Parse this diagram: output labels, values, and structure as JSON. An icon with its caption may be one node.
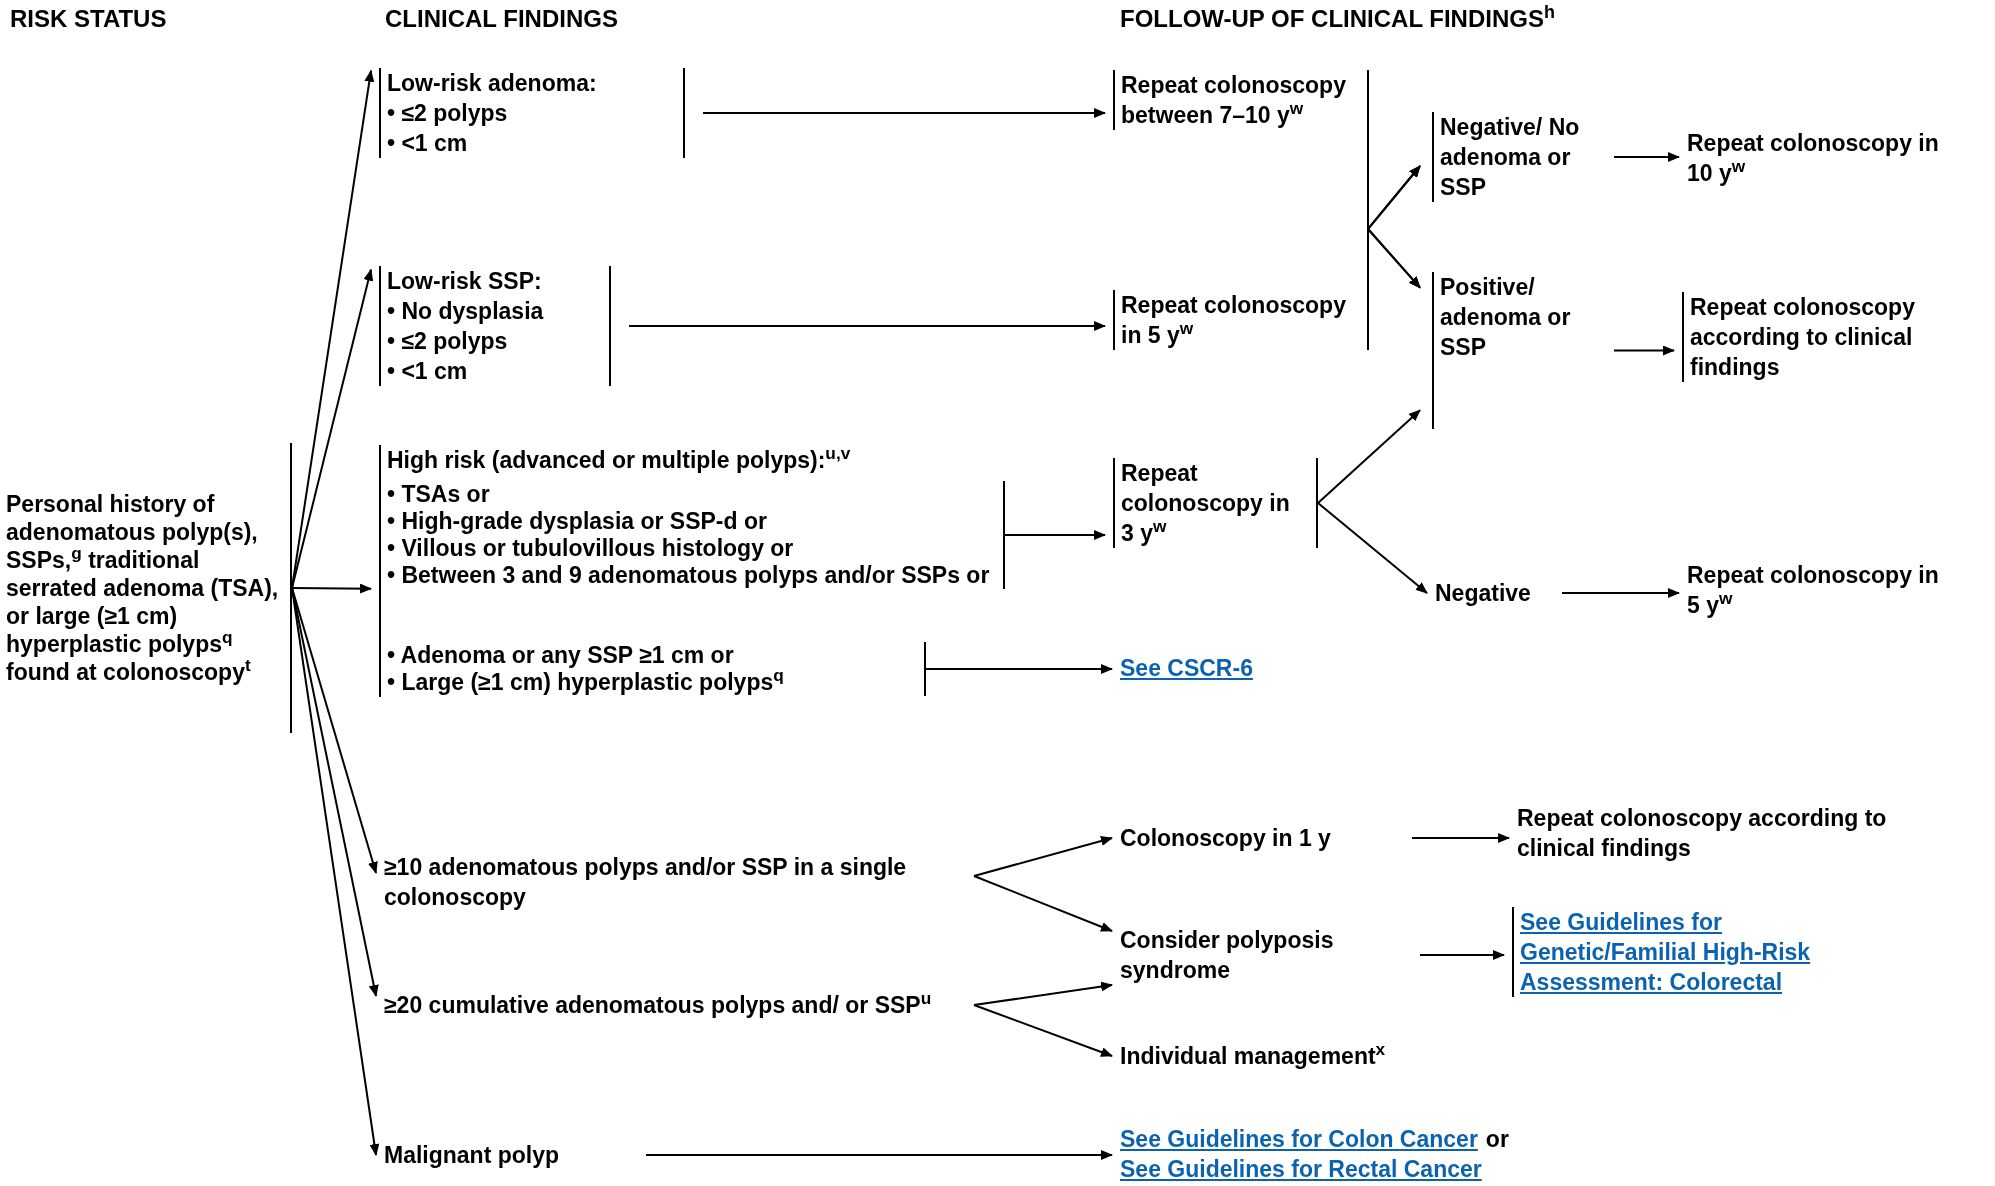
{
  "diagram": {
    "nodes": [
      {
        "text": [
          "Personal history of adenomatous polyp(s), SSPs,$^{g}$ traditional serrated adenoma (TSA), or large (≥1 cm) hyperplastic polyps$^{q}$ found at colonoscopy$^{t}$"
        ]
      },
      {
        "text": [
          "Low-risk adenoma:",
          "• ≤2 polyps",
          "• <1 cm"
        ]
      },
      {
        "text": [
          "Low-risk SSP:",
          "• No dysplasia",
          "• ≤2 polyps",
          "• <1 cm"
        ]
      },
      {
        "text": [
          "High risk (advanced or multiple polyps):$^{u,v}$"
        ]
      },
      {
        "text": [
          "• TSAs or",
          "• High-grade dysplasia or SSP-d or",
          "• Villous or tubulovillous histology or",
          "• Between 3 and 9 adenomatous polyps and/or SSPs or"
        ],
        "in": 3
      },
      {
        "text": [
          "• Adenoma or any SSP ≥1 cm or",
          "• Large (≥1 cm) hyperplastic polyps$^{q}$"
        ],
        "in": 3
      },
      {
        "text": [
          "≥10 adenomatous polyps and/or SSP in a single colonoscopy"
        ]
      },
      {
        "text": [
          "≥20 cumulative adenomatous polyps and/ or SSP$^{u}$"
        ]
      },
      {
        "text": [
          "Malignant polyp"
        ]
      },
      {
        "text": [
          "Repeat colonoscopy between 7–10 y$^{w}$"
        ]
      },
      {
        "text": [
          "Repeat colonoscopy in 5 y$^{w}$"
        ]
      },
      {
        "text": [
          "Repeat colonoscopy in 3 y$^{w}$"
        ]
      },
      {
        "text": [
          "See CSCR-6"
        ]
      },
      {
        "text": [
          "Colonoscopy in 1 y"
        ]
      },
      {
        "text": [
          "Consider polyposis syndrome"
        ]
      },
      {
        "text": [
          "Individual management$^{x}$"
        ]
      },
      {
        "text": [
          "See Guidelines for Colon Cancer",
          "or",
          "See Guidelines for Rectal Cancer"
        ]
      },
      {
        "text": [
          "Negative/ No adenoma or SSP"
        ]
      },
      {
        "text": [
          "Positive/ adenoma or SSP"
        ]
      },
      {
        "text": [
          "Negative"
        ]
      },
      {
        "text": [
          "Repeat colonoscopy in 10 y$^{w}$"
        ]
      },
      {
        "text": [
          "Repeat colonoscopy according to clinical findings"
        ]
      },
      {
        "text": [
          "Repeat colonoscopy in 5 y$^{w}$"
        ]
      },
      {
        "text": [
          "Repeat colonoscopy according to clinical findings"
        ]
      },
      {
        "text": [
          "See Guidelines for Genetic/Familial High-Risk Assessment: Colorectal"
        ]
      }
    ],
    "edges": [
      {
        "from": 0,
        "to": 1,
        "arrow": "to"
      },
      {
        "from": 0,
        "to": 2,
        "arrow": "to"
      },
      {
        "from": 0,
        "to": 3,
        "arrow": "to"
      },
      {
        "from": 0,
        "to": 6,
        "arrow": "to"
      },
      {
        "from": 0,
        "to": 7,
        "arrow": "to"
      },
      {
        "from": 0,
        "to": 8,
        "arrow": "to"
      },
      {
        "from": 1,
        "to": 9,
        "arrow": "to"
      },
      {
        "from": 2,
        "to": 10,
        "arrow": "to"
      },
      {
        "from": 4,
        "to": 11,
        "arrow": "to"
      },
      {
        "from": 5,
        "to": 12,
        "arrow": "to"
      },
      {
        "from": 9,
        "to": 17,
        "arrow": "to"
      },
      {
        "from": 9,
        "to": 18,
        "arrow": "to"
      },
      {
        "from": 10,
        "to": 17,
        "arrow": "to"
      },
      {
        "from": 10,
        "to": 18,
        "arrow": "to"
      },
      {
        "from": 11,
        "to": 18,
        "arrow": "to"
      },
      {
        "from": 11,
        "to": 19,
        "arrow": "to"
      },
      {
        "from": 17,
        "to": 20,
        "arrow": "to"
      },
      {
        "from": 18,
        "to": 21,
        "arrow": "to"
      },
      {
        "from": 19,
        "to": 22,
        "arrow": "to"
      },
      {
        "from": 6,
        "to": 13,
        "arrow": "to"
      },
      {
        "from": 6,
        "to": 14,
        "arrow": "to"
      },
      {
        "from": 7,
        "to": 14,
        "arrow": "to"
      },
      {
        "from": 7,
        "to": 15,
        "arrow": "to"
      },
      {
        "from": 13,
        "to": 23,
        "arrow": "to"
      },
      {
        "from": 14,
        "to": 24,
        "arrow": "to"
      },
      {
        "from": 8,
        "to": 16,
        "arrow": "to"
      }
    ],
    "labels": [
      "RISK STATUS",
      "CLINICAL FINDINGS",
      "FOLLOW-UP OF CLINICAL FINDINGS$^{h}$"
    ]
  }
}
